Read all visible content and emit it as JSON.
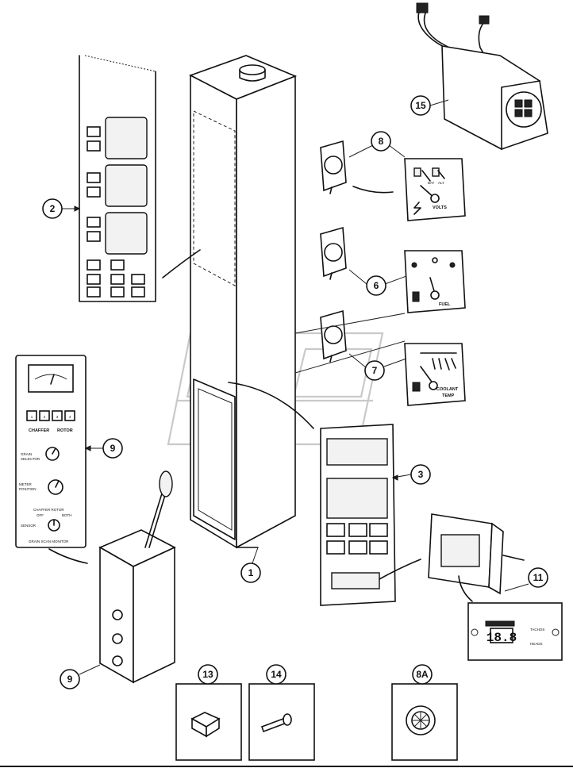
{
  "callouts": {
    "c1": "1",
    "c2": "2",
    "c3": "3",
    "c6": "6",
    "c7": "7",
    "c8": "8",
    "c8a": "8A",
    "c9_upper": "9",
    "c9_lower": "9",
    "c11": "11",
    "c13": "13",
    "c14": "14",
    "c15": "15"
  },
  "gauges": {
    "volts_label": "VOLTS",
    "fuel_label": "FUEL",
    "coolant_label_1": "COOLANT",
    "coolant_label_2": "TEMP",
    "bat_label": "BAT",
    "alt_label": "ALT"
  },
  "grain_monitor": {
    "buttons": [
      "1",
      "2",
      "3",
      "4"
    ],
    "chaffer_label": "CHAFFER",
    "rotor_label": "ROTOR",
    "grain_selector_label_1": "GRAIN",
    "grain_selector_label_2": "SELECTOR",
    "meter_position_label_1": "METER",
    "meter_position_label_2": "POSITION",
    "chaffer_rotor_label": "CHAFFER ROTOR",
    "off_label": "OFF",
    "both_label": "BOTH",
    "sensor_label": "SENSOR",
    "title": "GRAIN SCAN MONITOR"
  },
  "tach_display": {
    "digits": "18.8",
    "unit_1": "TACHOS",
    "unit_2": "HEADS"
  }
}
